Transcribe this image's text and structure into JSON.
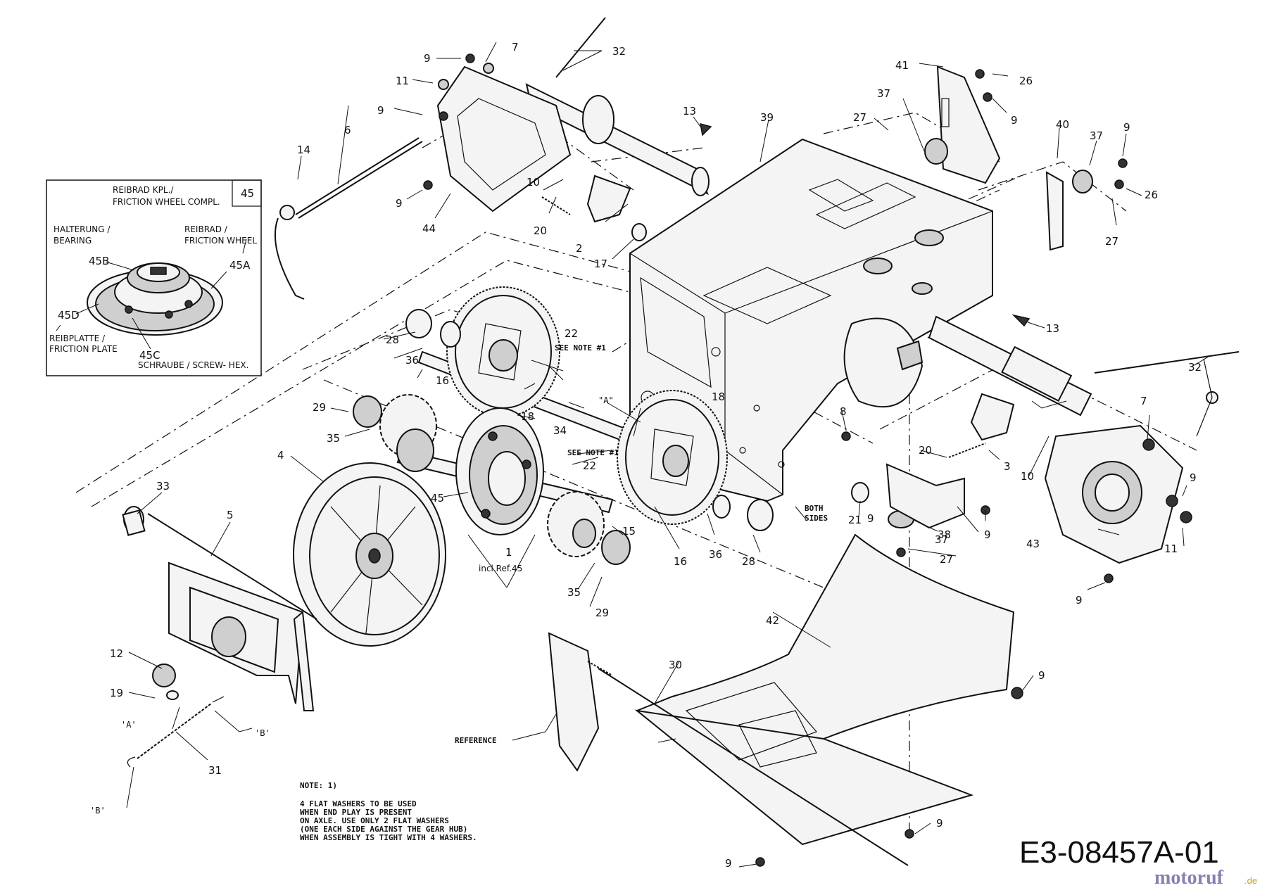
{
  "drawing_number": "E3-08457A-01",
  "watermark": {
    "brand": "motoruf",
    "tld": ".de"
  },
  "inset": {
    "ref": "45",
    "title_de": "REIBRAD KPL./",
    "title_en": "FRICTION WHEEL COMPL.",
    "bearing_de": "HALTERUNG /",
    "bearing_en": "BEARING",
    "wheel_de": "REIBRAD /",
    "wheel_en": "FRICTION WHEEL",
    "plate_de": "REIBPLATTE /",
    "plate_en": "FRICTION PLATE",
    "screw": "SCHRAUBE / SCREW- HEX.",
    "labels": {
      "a": "45A",
      "b": "45B",
      "c": "45C",
      "d": "45D"
    }
  },
  "note": {
    "title": "NOTE:  1)",
    "lines": [
      "4 FLAT WASHERS TO BE USED",
      "WHEN END PLAY IS PRESENT",
      "ON AXLE. USE ONLY 2 FLAT WASHERS",
      "(ONE EACH SIDE AGAINST THE GEAR HUB)",
      "WHEN ASSEMBLY IS TIGHT WITH 4 WASHERS."
    ]
  },
  "annotations": {
    "see_note_top": "SEE NOTE #1",
    "see_note_mid": "SEE NOTE #1",
    "both_sides_1": "BOTH",
    "both_sides_2": "SIDES",
    "incl_ref": "incl.Ref.45",
    "reference": "REFERENCE",
    "point_a_mid": "\"A\"",
    "point_a_low": "'A'",
    "point_b_low": "'B'",
    "point_b_bottom": "'B'"
  },
  "callouts": [
    "1",
    "2",
    "3",
    "4",
    "5",
    "6",
    "7",
    "7",
    "8",
    "9",
    "9",
    "9",
    "9",
    "9",
    "9",
    "9",
    "9",
    "9",
    "9",
    "9",
    "9",
    "10",
    "10",
    "11",
    "11",
    "12",
    "13",
    "13",
    "14",
    "15",
    "16",
    "16",
    "17",
    "18",
    "18",
    "19",
    "20",
    "20",
    "21",
    "22",
    "22",
    "26",
    "26",
    "27",
    "27",
    "27",
    "28",
    "28",
    "29",
    "29",
    "30",
    "31",
    "32",
    "32",
    "33",
    "34",
    "35",
    "35",
    "36",
    "36",
    "37",
    "37",
    "37",
    "38",
    "39",
    "40",
    "41",
    "42",
    "43",
    "44",
    "45"
  ]
}
